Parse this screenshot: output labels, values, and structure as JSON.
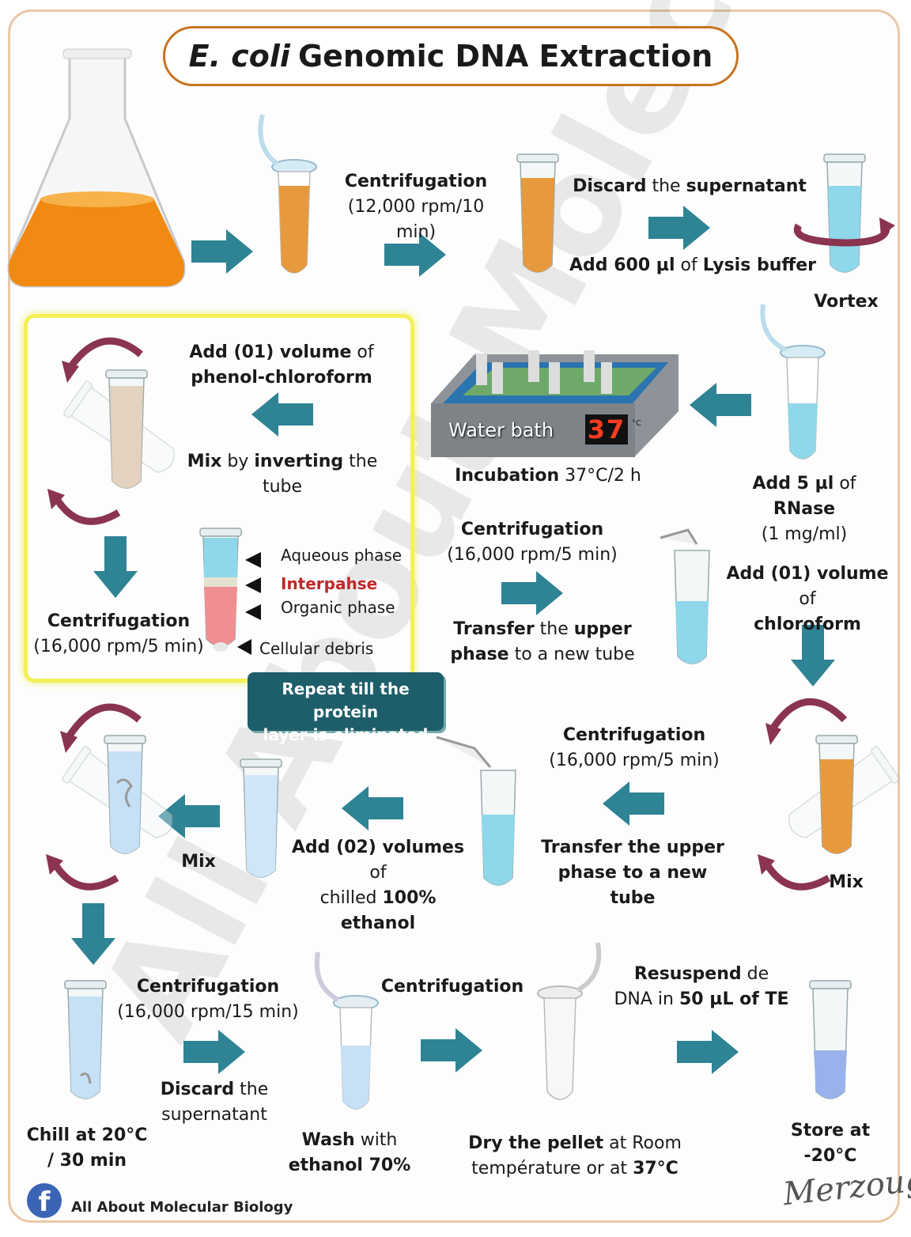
{
  "title": {
    "italic": "E. coli",
    "rest": "Genomic DNA Extraction"
  },
  "steps": {
    "centrif_1": {
      "title": "Centrifugation",
      "sub": "(12,000 rpm/10 min)"
    },
    "discard_1": {
      "bold_a": "Discard",
      "plain": " the ",
      "bold_b": "supernatant"
    },
    "lysis": {
      "bold_a": "Add 600 µl",
      "plain": " of ",
      "bold_b": "Lysis buffer"
    },
    "vortex": "Vortex",
    "rnase": {
      "bold_a": "Add 5 µl",
      "plain": " of ",
      "bold_b": "RNase",
      "sub": "(1 mg/ml)"
    },
    "incubation": {
      "bold": "Incubation",
      "plain": " 37°C/2 h"
    },
    "water_bath": {
      "label": "Water bath",
      "display": "37",
      "unit": "°C"
    },
    "phenol": {
      "bold_a": "Add (01) volume",
      "plain": " of",
      "bold_b": "phenol-chloroform"
    },
    "mix_invert": {
      "bold_a": "Mix",
      "plain_a": " by ",
      "bold_b": "inverting",
      "plain_b": " the",
      "line2": "tube"
    },
    "centrif_2": {
      "title": "Centrifugation",
      "sub": "(16,000 rpm/5 min)"
    },
    "phases": {
      "aqueous": "Aqueous phase",
      "interphase": "Interpahse",
      "organic": "Organic phase",
      "debris": "Cellular debris"
    },
    "repeat": {
      "line1": "Repeat till the protein",
      "line2": "layer is eliminated"
    },
    "centrif_3": {
      "title": "Centrifugation",
      "sub": "(16,000 rpm/5 min)"
    },
    "transfer_1": {
      "bold_a": "Transfer",
      "plain": " the ",
      "bold_b": "upper",
      "line2_bold": "phase",
      "line2_plain": " to a new tube"
    },
    "chloroform": {
      "bold_a": "Add (01) volume",
      "plain": " of",
      "bold_b": "chloroform"
    },
    "mix_right": "Mix",
    "centrif_4": {
      "title": "Centrifugation",
      "sub": "(16,000 rpm/5 min)"
    },
    "transfer_2": {
      "line1": "Transfer the upper",
      "line2": "phase to a new tube"
    },
    "ethanol": {
      "bold_a": "Add (02) volumes",
      "plain": " of",
      "line2_plain": "chilled ",
      "line2_bold": "100% ethanol"
    },
    "mix_left": "Mix",
    "chill": {
      "line1": "Chill at 20°C",
      "line2": "/ 30 min"
    },
    "centrif_5": {
      "title": "Centrifugation",
      "sub": "(16,000 rpm/15 min)"
    },
    "discard_2": {
      "bold": "Discard",
      "plain": " the",
      "line2": "supernatant"
    },
    "wash": {
      "bold": "Wash",
      "plain": " with",
      "line2": "ethanol 70%"
    },
    "centrif_6": {
      "title": "Centrifugation"
    },
    "dry": {
      "bold": "Dry the pellet",
      "plain": " at Room",
      "line2_plain": "température or at ",
      "line2_bold": "37°C"
    },
    "resuspend": {
      "bold": "Resuspend",
      "plain": " de",
      "line2_plain": "DNA in ",
      "line2_bold": "50 µL of TE"
    },
    "store": "Store at -20°C"
  },
  "footer": {
    "text": "All About  Molecular  Biology",
    "fb": "f",
    "signature": "Merzoug"
  },
  "watermark": "All About Molecular Biology",
  "colors": {
    "arrow": "#2e8394",
    "rotation": "#8a3450",
    "orange_liquid": "#e79a3d",
    "blue_liquid": "#8fd7ea",
    "badge": "#1e5e6a",
    "interphase_red": "#c0282a"
  }
}
